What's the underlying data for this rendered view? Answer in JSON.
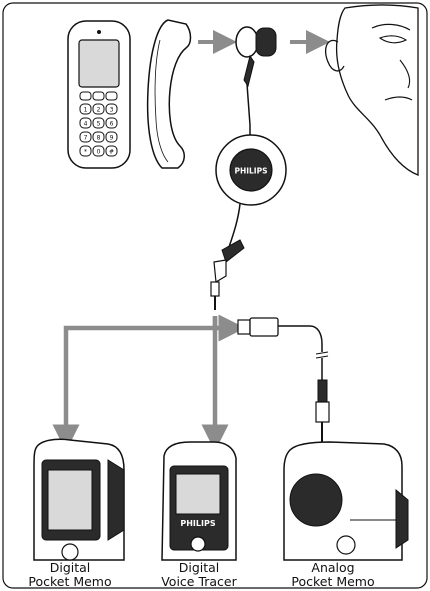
{
  "brand": {
    "label": "PHILIPS",
    "color": "#ffffff"
  },
  "colors": {
    "outline": "#111111",
    "arrow": "#8c8c8c",
    "screen": "#d9d9d9",
    "brand_badge": "#2b2b2b"
  },
  "devices": [
    {
      "line1": "Digital",
      "line2": "Pocket Memo"
    },
    {
      "line1": "Digital",
      "line2": "Voice Tracer"
    },
    {
      "line1": "Analog",
      "line2": "Pocket Memo"
    }
  ],
  "phone_keys": [
    "1",
    "2",
    "3",
    "4",
    "5",
    "6",
    "7",
    "8",
    "9",
    "*",
    "0",
    "#"
  ],
  "icons": [
    "mobile-phone-icon",
    "phone-handset-icon",
    "earphone-icon",
    "human-face-icon",
    "cable-reel-icon",
    "plug-icon",
    "usb-connector-icon"
  ]
}
